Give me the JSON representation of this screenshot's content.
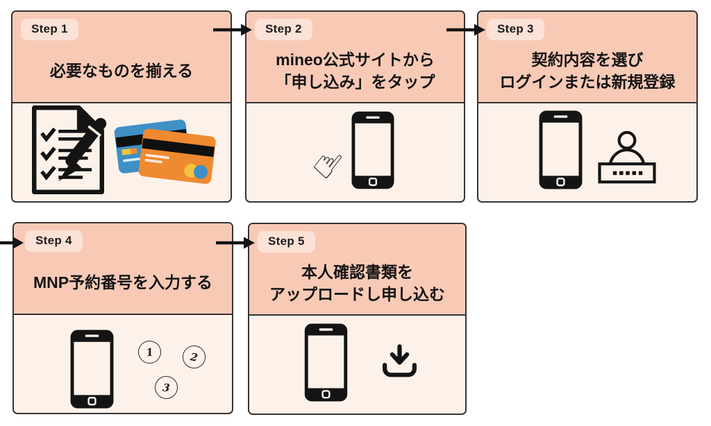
{
  "diagram": {
    "type": "step-flow",
    "description": "5-step mineo mobile sign-up flow infographic",
    "steps": [
      {
        "label": "Step 1",
        "title_lines": [
          "必要なものを揃える"
        ],
        "icons": [
          "checklist-pen-icon",
          "credit-cards-icon"
        ]
      },
      {
        "label": "Step 2",
        "title_lines": [
          "mineo公式サイトから",
          "「申し込み」をタップ"
        ],
        "icons": [
          "pointing-hand-icon",
          "smartphone-icon"
        ]
      },
      {
        "label": "Step 3",
        "title_lines": [
          "契約内容を選び",
          "ログインまたは新規登録"
        ],
        "icons": [
          "smartphone-icon",
          "user-password-icon"
        ]
      },
      {
        "label": "Step 4",
        "title_lines": [
          "MNP予約番号を入力する"
        ],
        "icons": [
          "smartphone-icon",
          "numbered-circles-icon"
        ],
        "circle_numbers": [
          "1",
          "2",
          "3"
        ]
      },
      {
        "label": "Step 5",
        "title_lines": [
          "本人確認書類を",
          "アップロードし申し込む"
        ],
        "icons": [
          "smartphone-icon",
          "download-icon"
        ]
      }
    ],
    "flow_arrows": 4,
    "glyphs": {
      "pointing_hand": "☝"
    },
    "colors": {
      "header_bg": "#f8cab6",
      "body_bg": "#fdf2ea",
      "chip_bg": "#fbe1d6",
      "border": "#383332",
      "arrow": "#141414",
      "card_blue": "#3e90c5",
      "card_orange": "#ef8a30",
      "accent_yellow": "#f2c33c",
      "page_bg": "#ffffff"
    }
  }
}
